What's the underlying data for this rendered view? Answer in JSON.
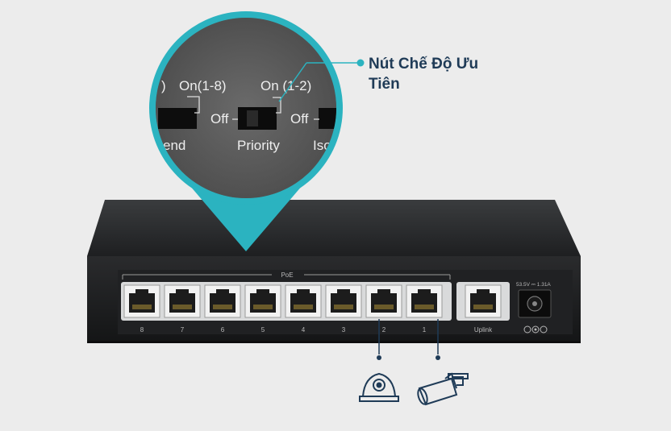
{
  "callout": {
    "line1": "Nút Chế Độ Ưu",
    "line2": "Tiên"
  },
  "switch_labels": {
    "left_fragment": ")",
    "on_1_8": "On(1-8)",
    "on_1_2": "On (1-2)",
    "off_left": "Off",
    "off_right": "Off",
    "priority": "Priority",
    "left_bottom": "end",
    "right_bottom": "Iso"
  },
  "panel": {
    "poe_label": "PoE",
    "ports": [
      "8",
      "7",
      "6",
      "5",
      "4",
      "3",
      "2",
      "1"
    ],
    "uplink": "Uplink",
    "power_rating": "53.5V ⎓ 1.31A"
  },
  "devices": [
    "dome-camera-icon",
    "bullet-camera-icon"
  ],
  "colors": {
    "accent": "#2bb3c0",
    "callout_text": "#1f3b57",
    "background": "#ececec"
  }
}
